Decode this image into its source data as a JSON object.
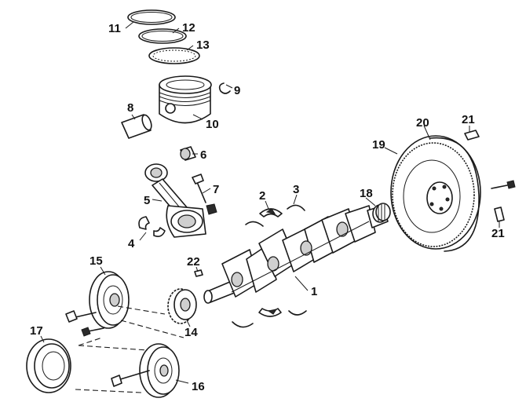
{
  "callouts": [
    {
      "id": "c1",
      "text": "1"
    },
    {
      "id": "c2",
      "text": "2"
    },
    {
      "id": "c3",
      "text": "3"
    },
    {
      "id": "c4",
      "text": "4"
    },
    {
      "id": "c5",
      "text": "5"
    },
    {
      "id": "c6",
      "text": "6"
    },
    {
      "id": "c7",
      "text": "7"
    },
    {
      "id": "c8",
      "text": "8"
    },
    {
      "id": "c9",
      "text": "9"
    },
    {
      "id": "c10",
      "text": "10"
    },
    {
      "id": "c11",
      "text": "11"
    },
    {
      "id": "c12",
      "text": "12"
    },
    {
      "id": "c13",
      "text": "13"
    },
    {
      "id": "c14",
      "text": "14"
    },
    {
      "id": "c15",
      "text": "15"
    },
    {
      "id": "c16",
      "text": "16"
    },
    {
      "id": "c17",
      "text": "17"
    },
    {
      "id": "c18",
      "text": "18"
    },
    {
      "id": "c19",
      "text": "19"
    },
    {
      "id": "c20",
      "text": "20"
    },
    {
      "id": "c21a",
      "text": "21"
    },
    {
      "id": "c21b",
      "text": "21"
    },
    {
      "id": "c22",
      "text": "22"
    }
  ]
}
